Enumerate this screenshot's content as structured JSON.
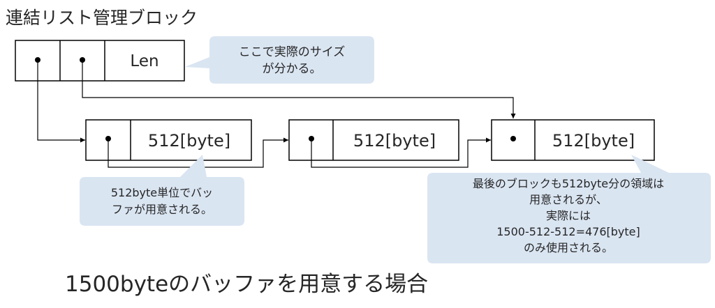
{
  "title": "連結リスト管理ブロック",
  "caption": "1500byteのバッファを用意する場合",
  "mgmt_block": {
    "len_label": "Len"
  },
  "buffer_blocks": [
    {
      "label": "512[byte]"
    },
    {
      "label": "512[byte]"
    },
    {
      "label": "512[byte]"
    }
  ],
  "callouts": {
    "size": {
      "lines": [
        "ここで実際のサイズ",
        "が分かる。"
      ]
    },
    "unit": {
      "lines": [
        "512byte単位でバッ",
        "ファが用意される。"
      ]
    },
    "last": {
      "lines": [
        "最後のブロックも512byte分の領域は",
        "用意されるが、",
        "実際には",
        "1500-512-512=476[byte]",
        "のみ使用される。"
      ]
    }
  },
  "colors": {
    "callout_fill": "#dae5f2",
    "line": "#000000",
    "text": "#262626"
  }
}
